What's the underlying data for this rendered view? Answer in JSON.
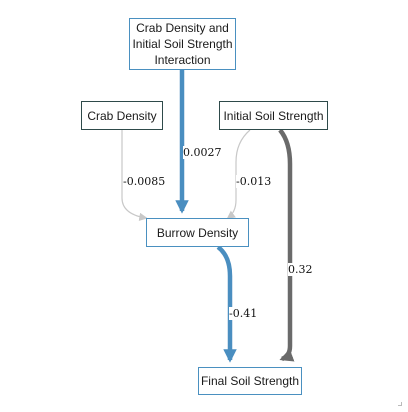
{
  "nodes": {
    "interaction": "Crab Density and\nInitial Soil Strength\nInteraction",
    "crab_density": "Crab Density",
    "initial_soil_strength": "Initial Soil Strength",
    "burrow_density": "Burrow Density",
    "final_soil_strength": "Final Soil Strength"
  },
  "edges": [
    {
      "from": "Crab Density and Initial Soil Strength Interaction",
      "to": "Burrow Density",
      "coefficient": "0.0027",
      "color": "#4a8ec0"
    },
    {
      "from": "Crab Density",
      "to": "Burrow Density",
      "coefficient": "-0.0085",
      "color": "#c8c8c8"
    },
    {
      "from": "Initial Soil Strength",
      "to": "Burrow Density",
      "coefficient": "-0.013",
      "color": "#c8c8c8"
    },
    {
      "from": "Initial Soil Strength",
      "to": "Final Soil Strength",
      "coefficient": "0.32",
      "color": "#6a6a6a"
    },
    {
      "from": "Burrow Density",
      "to": "Final Soil Strength",
      "coefficient": "-0.41",
      "color": "#4a8ec0"
    }
  ]
}
